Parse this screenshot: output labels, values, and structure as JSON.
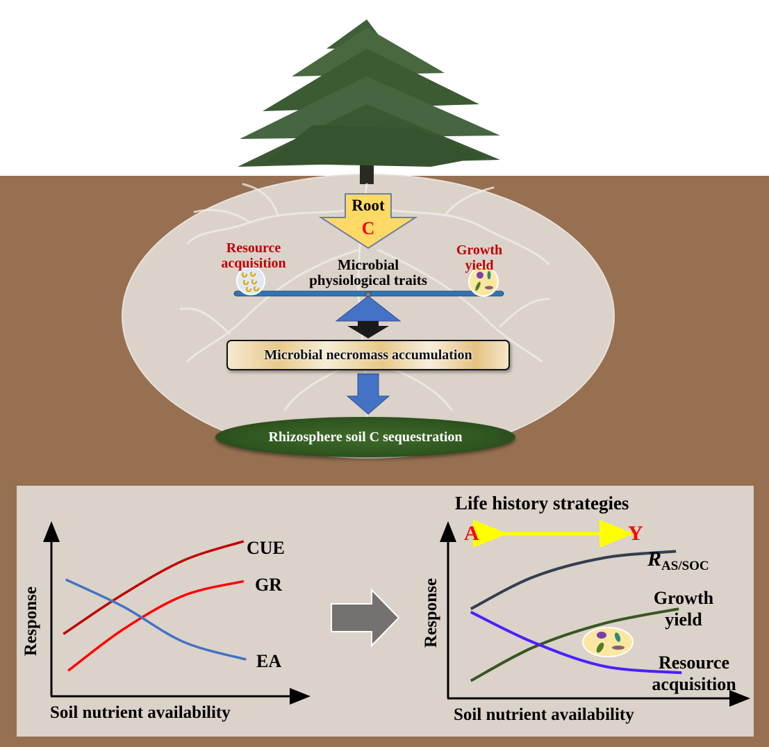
{
  "top_diagram": {
    "root_arrow": {
      "line1": "Root",
      "line2": "C"
    },
    "left_trait": {
      "line1": "Resource",
      "line2": "acquisition",
      "icon": "microbe-cluster-icon"
    },
    "right_trait": {
      "line1": "Growth",
      "line2": "yield",
      "icon": "microbe-community-icon"
    },
    "center_label": {
      "line1": "Microbial",
      "line2": "physiological traits"
    },
    "necromass_box": "Microbial necromass accumulation",
    "sequestration_ellipse": "Rhizosphere soil C sequestration"
  },
  "colors": {
    "soil": "#976f51",
    "rhizosphere": "#dbd2ca",
    "root_arrow_fill": "#ffd966",
    "trait_label_red": "#c00000",
    "beam_blue": "#2e75b6",
    "fulcrum_blue": "#4472c4",
    "sequestration_green": "#2f5620",
    "panel_bg": "#dbd2ca"
  },
  "chart_data": [
    {
      "type": "line",
      "title": "",
      "xlabel": "Soil nutrient availability",
      "ylabel": "Response",
      "xlim": [
        0,
        1
      ],
      "ylim": [
        0,
        1
      ],
      "grid": false,
      "series": [
        {
          "name": "CUE",
          "color": "#c00000",
          "x": [
            0.05,
            0.3,
            0.55,
            0.8
          ],
          "y": [
            0.39,
            0.64,
            0.85,
            0.97
          ]
        },
        {
          "name": "GR",
          "color": "#ff0000",
          "x": [
            0.07,
            0.3,
            0.55,
            0.8
          ],
          "y": [
            0.16,
            0.42,
            0.63,
            0.72
          ]
        },
        {
          "name": "EA",
          "color": "#4472c4",
          "x": [
            0.06,
            0.3,
            0.55,
            0.81
          ],
          "y": [
            0.73,
            0.56,
            0.34,
            0.23
          ]
        }
      ]
    },
    {
      "type": "line",
      "title": "Life history strategies",
      "xlabel": "Soil nutrient availability",
      "ylabel": "Response",
      "xlim": [
        0,
        1
      ],
      "ylim": [
        0,
        1
      ],
      "grid": false,
      "strategy_axis": {
        "left": "A",
        "right": "Y"
      },
      "series": [
        {
          "name": "R_AS/SOC",
          "label_main": "R",
          "label_sub": "AS/SOC",
          "color": "#323f4f",
          "x": [
            0.08,
            0.3,
            0.55,
            0.8
          ],
          "y": [
            0.56,
            0.76,
            0.88,
            0.92
          ]
        },
        {
          "name": "Growth yield",
          "label_line1": "Growth",
          "label_line2": "yield",
          "color": "#375623",
          "x": [
            0.08,
            0.3,
            0.55,
            0.81
          ],
          "y": [
            0.11,
            0.32,
            0.47,
            0.56
          ]
        },
        {
          "name": "Resource acquisition",
          "label_line1": "Resource",
          "label_line2": "acquisition",
          "color": "#4b20ff",
          "x": [
            0.08,
            0.3,
            0.55,
            0.82
          ],
          "y": [
            0.54,
            0.35,
            0.2,
            0.16
          ]
        }
      ]
    }
  ]
}
